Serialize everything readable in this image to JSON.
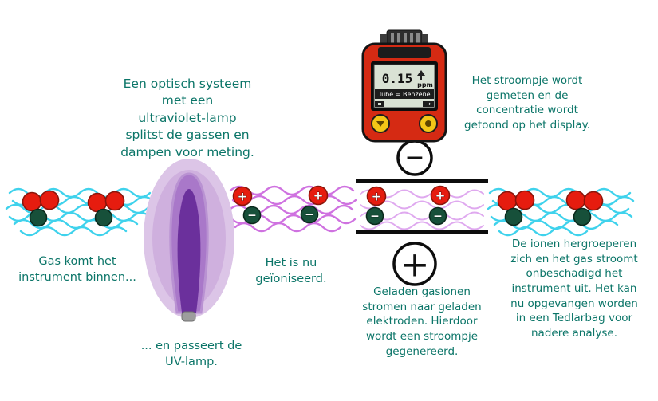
{
  "colors": {
    "caption_text": "#0b7568",
    "red_molecule": "#e61c0f",
    "green_molecule": "#17503a",
    "cyan_wave": "#3fd2ec",
    "magenta_wave": "#cf72e0",
    "lamp_glow": "#dcc5e7",
    "lamp_body": "#6b309c",
    "device_body": "#d52a13",
    "device_button": "#f3c617"
  },
  "captions": {
    "optical_system": "Een optisch systeem\nmet een\nultraviolet-lamp\nsplitst de gassen en\ndampen voor meting.",
    "display_reading": "Het stroompje wordt\ngemeten en de\nconcentratie wordt\ngetoond op het display.",
    "gas_in": "Gas komt het\ninstrument binnen...",
    "ionized": "Het is nu\ngeïoniseerd.",
    "uv_lamp_pass": "... en passeert de\nUV-lamp.",
    "electrodes": "Geladen gasionen\nstromen naar geladen\nelektroden. Hierdoor\nwordt een stroompje\ngegenereerd.",
    "regroup": "De ionen hergroeperen\nzich en het gas stroomt\nonbeschadigd het\ninstrument uit. Het kan\nnu opgevangen worden\nin een Tedlarbag voor\nnadere analyse."
  },
  "device": {
    "reading": "0.15",
    "unit": "ppm",
    "status_line": "Tube = Benzene"
  },
  "electrode": {
    "negative": "−",
    "positive": "+"
  },
  "symbols": {
    "plus": "+",
    "minus": "−"
  },
  "icons": {
    "display_up_arrow": "up-arrow-icon",
    "soft_key_arrow": "→"
  }
}
